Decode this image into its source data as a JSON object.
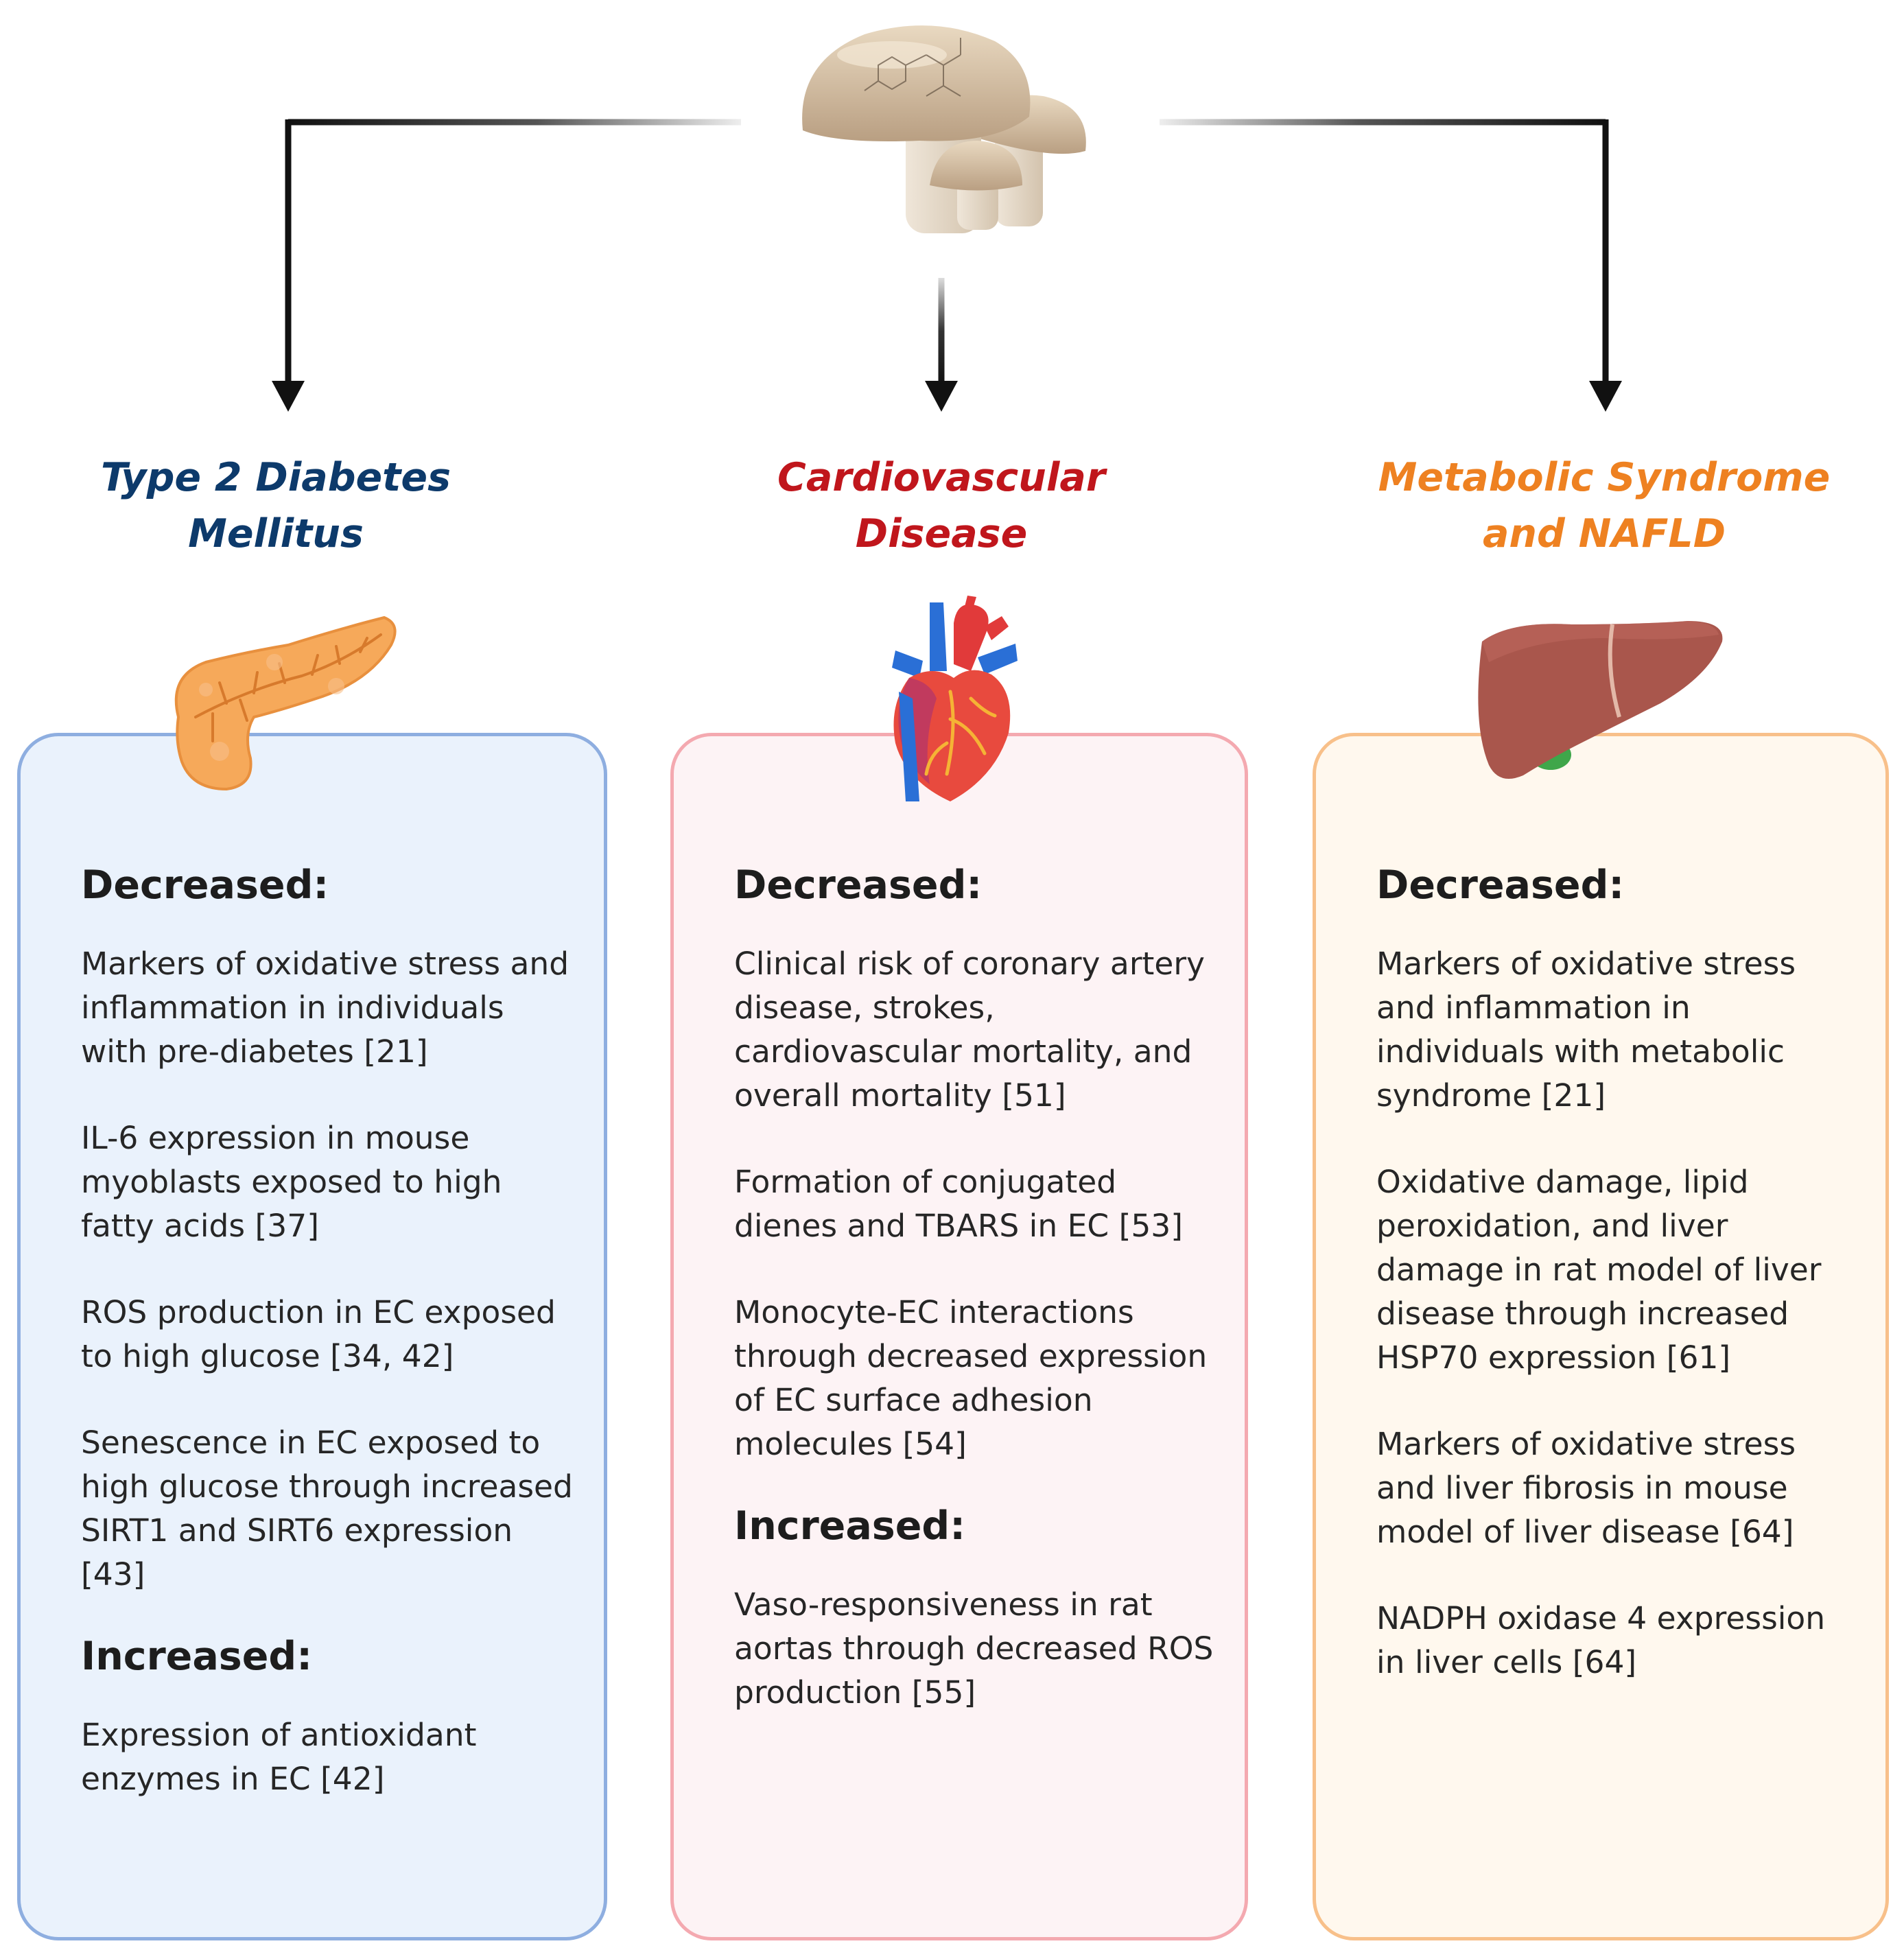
{
  "center_icon": "mushroom-icon",
  "columns": [
    {
      "id": "t2dm",
      "title_lines": [
        "Type 2 Diabetes",
        "Mellitus"
      ],
      "title_color": "#0d3a6b",
      "box_fill": "#eaf2fc",
      "box_border": "#8eaee0",
      "organ_icon": "pancreas-icon",
      "decreased_heading": "Decreased:",
      "decreased_items": [
        "Markers of oxidative stress and inflammation in individuals with pre-diabetes [21]",
        "IL-6 expression in mouse myoblasts exposed to high fatty acids [37]",
        "ROS production in EC exposed to high glucose [34, 42]",
        "Senescence in EC exposed to high glucose through increased SIRT1 and SIRT6 expression [43]"
      ],
      "increased_heading": "Increased:",
      "increased_items": [
        "Expression of antioxidant enzymes in EC [42]"
      ]
    },
    {
      "id": "cvd",
      "title_lines": [
        "Cardiovascular",
        "Disease"
      ],
      "title_color": "#c0161c",
      "box_fill": "#fdf3f5",
      "box_border": "#f4a9b0",
      "organ_icon": "heart-icon",
      "decreased_heading": "Decreased:",
      "decreased_items": [
        "Clinical risk of coronary artery disease, strokes, cardiovascular mortality, and overall mortality [51]",
        "Formation of conjugated dienes and TBARS in EC [53]",
        "Monocyte-EC interactions through decreased expression of EC surface adhesion molecules [54]"
      ],
      "increased_heading": "Increased:",
      "increased_items": [
        "Vaso-responsiveness in rat aortas through decreased ROS production [55]"
      ]
    },
    {
      "id": "mets",
      "title_lines": [
        "Metabolic Syndrome",
        "and NAFLD"
      ],
      "title_color": "#ee8121",
      "box_fill": "#fff8ee",
      "box_border": "#f8c08a",
      "organ_icon": "liver-icon",
      "decreased_heading": "Decreased:",
      "decreased_items": [
        "Markers of oxidative stress and inflammation in individuals with metabolic syndrome [21]",
        "Oxidative damage, lipid peroxidation, and liver damage in rat model of liver disease through increased HSP70 expression [61]",
        "Markers of oxidative stress and liver fibrosis in mouse model of liver disease [64]",
        "NADPH oxidase 4 expression in liver cells [64]"
      ],
      "increased_heading": "",
      "increased_items": []
    }
  ]
}
